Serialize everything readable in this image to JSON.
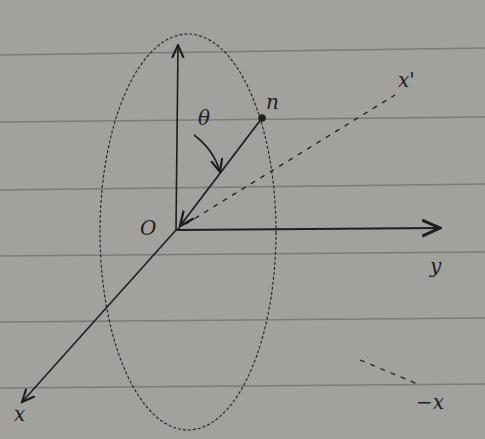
{
  "diagram": {
    "labels": [
      "θ",
      "n",
      "O",
      "y",
      "x",
      "x'",
      "−x"
    ]
  }
}
